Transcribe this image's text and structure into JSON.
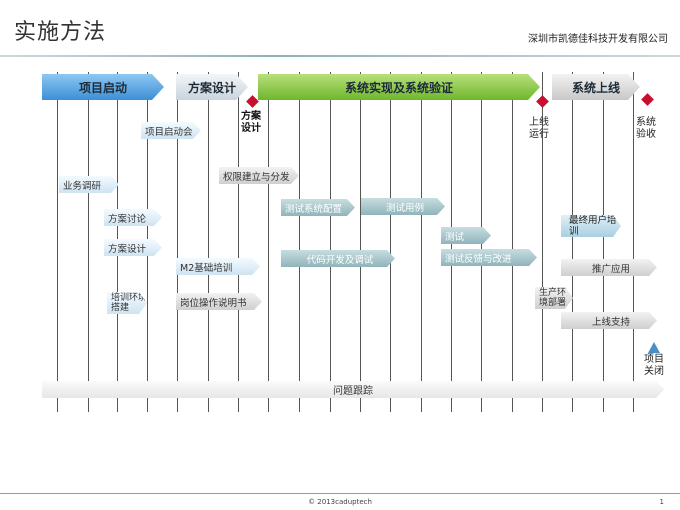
{
  "header": {
    "title": "实施方法",
    "company": "深圳市凯德佳科技开发有限公司"
  },
  "phases": [
    {
      "label": "项目启动"
    },
    {
      "label": "方案设计"
    },
    {
      "label": "系统实现及系统验证"
    },
    {
      "label": "系统上线"
    }
  ],
  "milestones": [
    {
      "label": "方案设计"
    },
    {
      "label": "上线运行"
    },
    {
      "label": "系统验收"
    },
    {
      "label": "项目关闭"
    }
  ],
  "tasks": [
    {
      "label": "项目启动会"
    },
    {
      "label": "业务调研"
    },
    {
      "label": "方案讨论"
    },
    {
      "label": "方案设计"
    },
    {
      "label": "培训环境搭建"
    },
    {
      "label": "权限建立与分发"
    },
    {
      "label": "M2基础培训"
    },
    {
      "label": "岗位操作说明书"
    },
    {
      "label": "测试系统配置"
    },
    {
      "label": "测试用例"
    },
    {
      "label": "代码开发及调试"
    },
    {
      "label": "测试"
    },
    {
      "label": "测试反馈与改进"
    },
    {
      "label": "最终用户培训"
    },
    {
      "label": "推广应用"
    },
    {
      "label": "生产环境部署"
    },
    {
      "label": "上线支持"
    }
  ],
  "track": {
    "label": "问题跟踪"
  },
  "footer": {
    "copyright": "© 2013caduptech",
    "page": "1"
  }
}
